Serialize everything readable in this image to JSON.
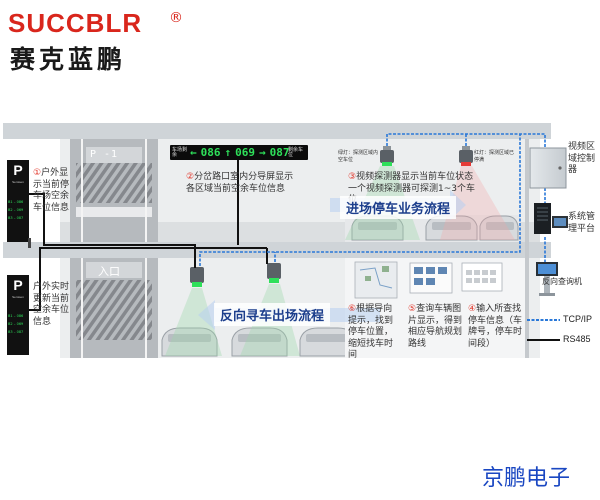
{
  "brand": {
    "en": "SUCCBLR",
    "reg": "®",
    "cn": "赛克蓝鹏"
  },
  "zones": {
    "p1": "P -1",
    "entrance": "入口"
  },
  "outdoor_sign_top": {
    "letter": "P",
    "small": "Semisen",
    "rows": [
      "B1 – 086",
      "B2 – 069",
      "B3 – 087"
    ]
  },
  "outdoor_sign_bottom": {
    "letter": "P",
    "small": "Semisen",
    "rows": [
      "B1 – 086",
      "B2 – 069",
      "B3 – 087"
    ]
  },
  "led_screen": {
    "left_label": "车场剩余",
    "values": [
      "086",
      "069",
      "087"
    ],
    "right_label": "剩余车位"
  },
  "callouts": [
    {
      "num": "①",
      "text": "户外显示当前停车场空余车位信息"
    },
    {
      "num": "",
      "text": "户外实时更新当前空余车位信息"
    },
    {
      "num": "②",
      "text": "分岔路口室内分导屏显示各区域当前空余车位信息"
    },
    {
      "num": "③",
      "text": "视频探测器显示当前车位状态一个视频探测器可探测1~3个车位"
    },
    {
      "num": "⑥",
      "text": "根据导向提示，找到停车位置，缩短找车时间"
    },
    {
      "num": "⑤",
      "text": "查询车辆图片显示，得到相应导航规划路线"
    },
    {
      "num": "④",
      "text": "输入所查找停车信息（车牌号，停车时间段）"
    }
  ],
  "indicator_notes": {
    "green": "绿灯：探测区域内空车位",
    "red": "红灯：探测区域已停满"
  },
  "flows": {
    "entry": "进场停车业务流程",
    "reverse": "反向寻车出场流程"
  },
  "devices": {
    "controller": "视频区域控制器",
    "server": "系统管理平台",
    "kiosk": "反向查询机"
  },
  "legend": {
    "tcpip": "TCP/IP",
    "rs485": "RS485"
  },
  "colors": {
    "brand_red": "#d9261c",
    "led_green": "#2ee05a",
    "lamp_red": "#e53935",
    "line_blue": "#2a78d8"
  },
  "footer": "京鹏电子"
}
